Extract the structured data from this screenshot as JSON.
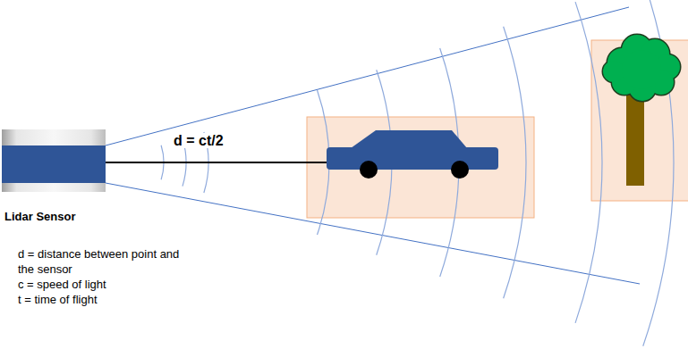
{
  "diagram": {
    "nodes": [
      {
        "text": [
          "Lidar Sensor"
        ]
      }
    ],
    "labels": [
      "d = ct/2",
      "d = distance between point and the sensor",
      "c = speed of light",
      "t = time of flight"
    ]
  }
}
